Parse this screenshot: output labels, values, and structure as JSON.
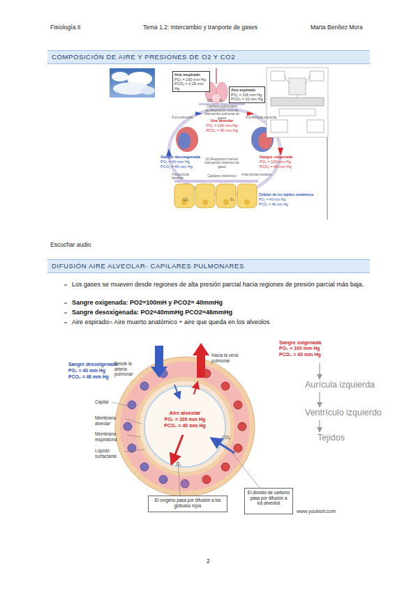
{
  "diagram": {
    "nodes": [
      {
        "text": [
          "COMPOSICIÓN DE AIRE Y PRESIONES DE O2 Y CO2"
        ]
      },
      {
        "text": [
          "Aire inspirado",
          "PO₂ = 160 mm Hg",
          "PCO₂ = 0,25 mm Hg"
        ]
      },
      {
        "text": [
          "Aire espirado",
          "PO₂ = 116 mm Hg",
          "PCO₂ = 32 mm Hg"
        ]
      },
      {
        "text": [
          "DIFUSIÓN AIRE ALVEOLAR- CAPILARES PULMONARES"
        ]
      },
      {
        "text": [
          "Sangre oxigenada",
          "PO₂ = 100 mm Hg",
          "PCO₂ = 40 mm Hg"
        ]
      },
      {
        "text": [
          "Aurícula izquierda"
        ]
      },
      {
        "text": [
          "Ventrículo izquierdo"
        ]
      },
      {
        "text": [
          "Tejidos"
        ]
      },
      {
        "text": [
          "El oxígeno pasa por difusión a los glóbulos rojos"
        ]
      },
      {
        "text": [
          "El dióxido de carbono pasa por difusión a los alveolos"
        ]
      }
    ],
    "edges": [
      {
        "from": 4,
        "to": 5,
        "arrow": "to"
      },
      {
        "from": 5,
        "to": 6,
        "arrow": "to"
      },
      {
        "from": 6,
        "to": 7,
        "arrow": "to"
      }
    ],
    "labels": [
      "Fisiología II",
      "Tema 1.2: Intercambio y tranporte de gases",
      "Marta Benítez Mora",
      "CO₂",
      "O₂",
      "Capilares pulmonares",
      "(a) Respiración externa: intercambio pulmonar de gases",
      "Aire alveolar",
      "PO₂ = 100 mm Hg",
      "PCO₂ = 40 mm Hg",
      "A los pulmones",
      "A la aurícula izquierda",
      "Sangre desoxigenada",
      "PO₂ = 40 mm Hg",
      "PCO₂ = 46 mm Hg",
      "Sangre oxigenada",
      "PO₂ = 100 mm Hg",
      "PCO₂ = 40 mm Hg",
      "(b) Respiración interna: intercambio sistémico de gases",
      "A la aurícula derecha",
      "A las células tisulares",
      "Capilares sistémicos",
      "CO₂",
      "O₂",
      "Células de los tejidos sistémicos",
      "PO₂ = 40 mm Hg",
      "PCO₂ = 46 mm Hg",
      "Escuchar audio",
      "Los gases se mueven desde regiones de alta presión parcial hacia regiones de presión parcial más baja.",
      "Sangre oxigenada: PO2=100mH y PCO2= 40mmHg",
      "Sangre desoxigenada: PO2=40mmHg PCO2=46mmHg",
      "Aire espirado= Aire muerto anatómico + aire que queda en los alveolos",
      "Sangre desoxigenada",
      "PO₂ = 40 mm Hg",
      "PCO₂ = 46 mm Hg",
      "Desde la arteria pulmonar",
      "Hacia la vena pulmonar",
      "Capilar",
      "Membrana alveolar",
      "Membrana respiratoria",
      "Líquido surfactante",
      "Aire alveolar",
      "PO₂ = 100 mm Hg",
      "PCO₂ = 40 mm Hg",
      "CO₂",
      "O₂",
      "www.youbioit.com",
      "2"
    ]
  }
}
